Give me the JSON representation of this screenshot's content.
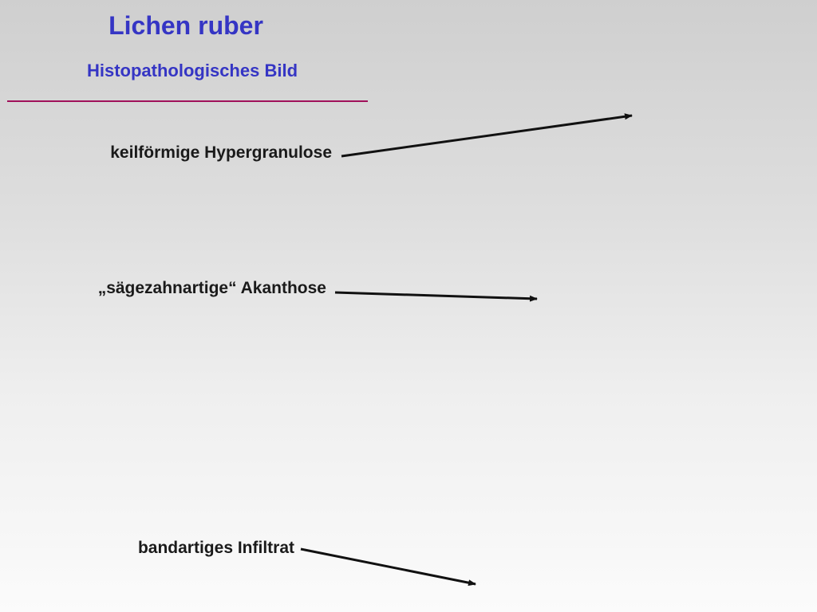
{
  "slide": {
    "title": "Lichen ruber",
    "subtitle": "Histopathologisches Bild",
    "labels": [
      {
        "text": "keilförmige Hypergranulose"
      },
      {
        "text": "„sägezahnartige“ Akanthose"
      },
      {
        "text": "bandartiges Infiltrat"
      }
    ]
  },
  "colors": {
    "title": "#3535c4",
    "divider": "#a0105a",
    "text": "#1a1a1a",
    "arrow": "#111111"
  },
  "icons": [
    "arrow-right-icon"
  ]
}
